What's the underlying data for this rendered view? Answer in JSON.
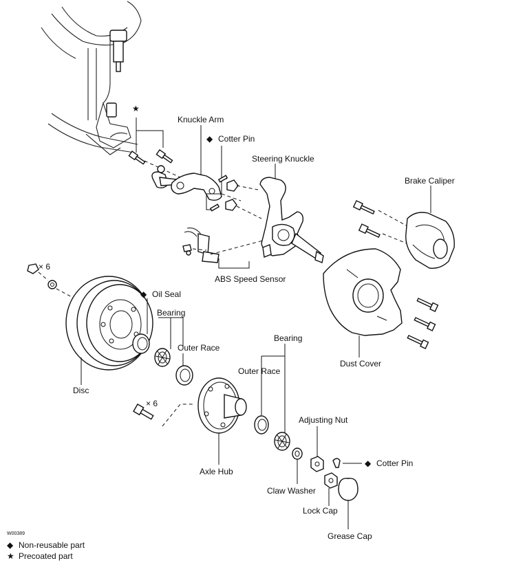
{
  "labels": {
    "knuckle_arm": "Knuckle Arm",
    "cotter_pin_top": "Cotter Pin",
    "steering_knuckle": "Steering Knuckle",
    "brake_caliper": "Brake Caliper",
    "abs_speed_sensor": "ABS Speed Sensor",
    "oil_seal": "Oil Seal",
    "bearing_left": "Bearing",
    "outer_race_left": "Outer Race",
    "disc": "Disc",
    "bearing_right": "Bearing",
    "outer_race_right": "Outer Race",
    "dust_cover": "Dust Cover",
    "adjusting_nut": "Adjusting Nut",
    "cotter_pin_right": "Cotter Pin",
    "axle_hub": "Axle Hub",
    "claw_washer": "Claw Washer",
    "lock_cap": "Lock Cap",
    "grease_cap": "Grease Cap",
    "qty_disc_bolts": "× 6",
    "qty_hub_bolts": "× 6"
  },
  "figure_code": "W00389",
  "legend": {
    "non_reusable": {
      "symbol": "◆",
      "text": "Non-reusable part"
    },
    "precoated": {
      "symbol": "★",
      "text": "Precoated part"
    }
  },
  "symbols": {
    "diamond": "◆",
    "star": "★"
  }
}
